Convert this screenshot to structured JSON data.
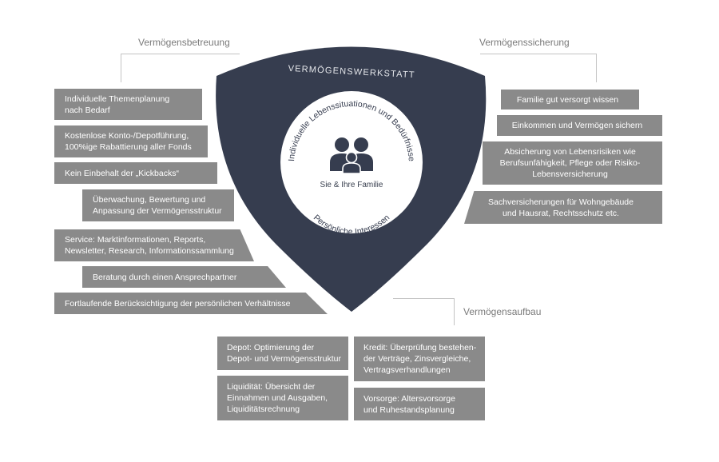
{
  "sections": {
    "top_left": "Vermögensbetreuung",
    "top_right": "Vermögenssicherung",
    "bottom": "Vermögensaufbau"
  },
  "shield": {
    "title": "VERMÖGENSWERKSTATT",
    "arc_top": "Individuelle Lebenssituationen und Bedürfnisse",
    "arc_bottom": "Persönliche Interessen",
    "center_label": "Sie & Ihre Familie",
    "colors": {
      "shield": "#363d4f",
      "inner": "#ffffff",
      "icon": "#363d4f"
    },
    "icon": "family-icon"
  },
  "left_items": [
    "Individuelle Themenplanung\nnach Bedarf",
    "Kostenlose Konto-/Depotführung,\n100%ige Rabattierung aller Fonds",
    "Kein Einbehalt der „Kickbacks“",
    "Überwachung, Bewertung und\nAnpassung der Vermögensstruktur",
    "Service: Marktinformationen, Reports,\nNewsletter, Research, Informationssammlung",
    "Beratung durch einen Ansprechpartner",
    "Fortlaufende Berücksichtigung der persönlichen Verhältnisse"
  ],
  "right_items": [
    "Familie gut versorgt wissen",
    "Einkommen und Vermögen sichern",
    "Absicherung von Lebensrisiken wie\nBerufsunfähigkeit, Pflege oder Risiko-\nLebensversicherung",
    "Sachversicherungen für Wohngebäude\nund Hausrat, Rechtsschutz etc."
  ],
  "bottom_items": {
    "left": [
      "Depot: Optimierung der\nDepot- und Vermögensstruktur",
      "Liquidität: Übersicht der\nEinnahmen und Ausgaben,\nLiquiditätsrechnung"
    ],
    "right": [
      "Kredit: Überprüfung bestehen-\nder Verträge, Zinsvergleiche,\nVertragsverhandlungen",
      "Vorsorge: Altersvorsorge\nund Ruhestandsplanung"
    ]
  },
  "box_color": "#8a8a8a"
}
